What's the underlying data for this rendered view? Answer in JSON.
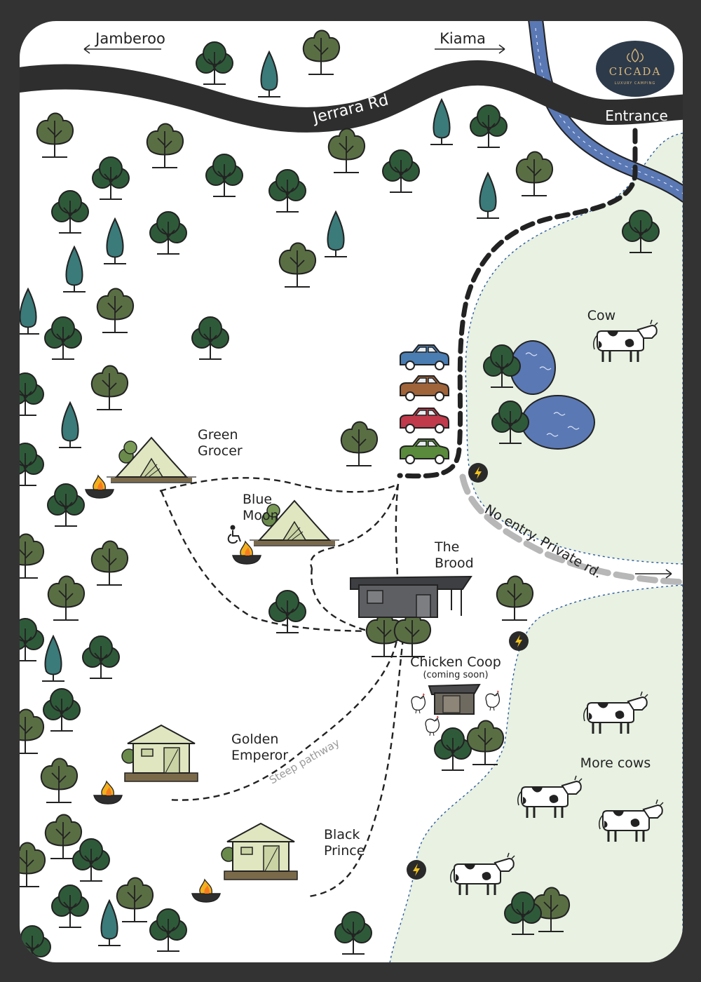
{
  "roads": {
    "main_road": "Jerrara Rd",
    "west_destination": "Jamberoo",
    "east_destination": "Kiama",
    "entrance": "Entrance",
    "private_road": "No entry. Private rd."
  },
  "brand": {
    "name": "CICADA",
    "tagline": "LUXURY CAMPING",
    "badge_color": "#2d3a4a"
  },
  "sites": {
    "green_grocer": "Green\nGrocer",
    "blue_moon": "Blue\nMoon",
    "the_brood": "The\nBrood",
    "chicken_coop": "Chicken Coop",
    "chicken_coop_status": "(coming soon)",
    "golden_emperor": "Golden\nEmperor",
    "black_prince": "Black\nPrince"
  },
  "paths": {
    "steep_pathway": "Steep pathway"
  },
  "animals": {
    "cow": "Cow",
    "more_cows": "More cows"
  },
  "icons": {
    "accessible": "wheelchair-icon",
    "charging": "ev-charger-icon",
    "fire": "fire-pit-icon"
  },
  "colors": {
    "frame": "#333333",
    "paddock": "#e8f1e2",
    "river": "#5a78b4",
    "road": "#2e2e2e",
    "tree_dark": "#2f5a3a",
    "tree_olive": "#5a6e44",
    "tree_teal": "#3b7b7a",
    "tent": "#dfe6c0",
    "building": "#5e5f63"
  }
}
